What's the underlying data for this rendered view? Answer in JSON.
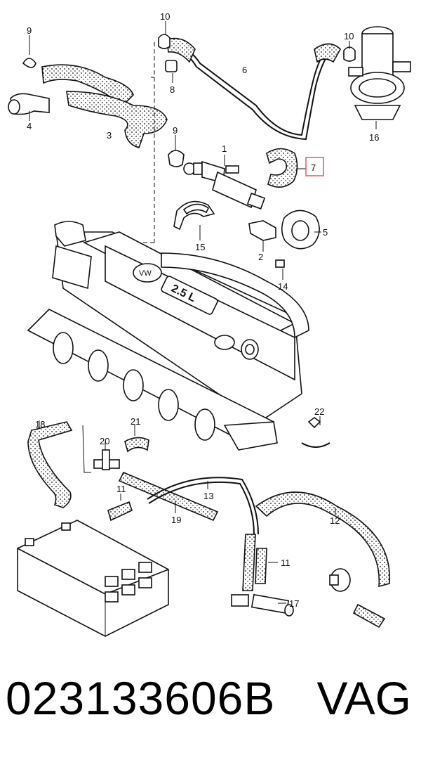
{
  "diagram": {
    "callouts": {
      "c1": "1",
      "c2": "2",
      "c3": "3",
      "c4": "4",
      "c5": "5",
      "c6": "6",
      "c7": "7",
      "c8": "8",
      "c9a": "9",
      "c9b": "9",
      "c10a": "10",
      "c10b": "10",
      "c11a": "11",
      "c11b": "11",
      "c12": "12",
      "c13": "13",
      "c14": "14",
      "c15": "15",
      "c16": "16",
      "c17": "17",
      "c18": "18",
      "c19": "19",
      "c20": "20",
      "c21": "21",
      "c22": "22"
    },
    "highlighted_callout": "7",
    "highlight_color": "#e05a6a",
    "engine_badge": "2.5 L"
  },
  "footer": {
    "part_number": "023133606B",
    "brand": "VAG"
  }
}
